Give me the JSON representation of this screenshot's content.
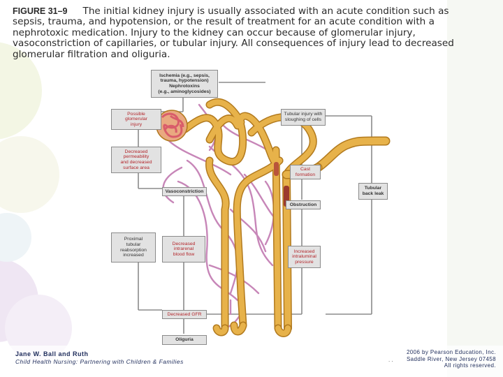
{
  "caption": {
    "figure_label": "FIGURE 31–9",
    "text": "The initial kidney injury is usually associated with an acute condition such as sepsis, trauma, and hypotension, or the result of treatment for an acute condition with a nephrotoxic medication. Injury to the kidney can occur because of glomerular injury, vasoconstriction of capillaries, or tubular injury. All consequences of injury lead to decreased glomerular filtration and oliguria."
  },
  "labels": {
    "ischemia": "Ischemia (e.g., sepsis,\ntrauma, hypotension)\nNephrotoxins\n(e.g., aminoglycosides)",
    "glomerular_injury": "Possible\nglomerular\ninjury",
    "tubular_injury": "Tubular injury with\nsloughing of cells",
    "decreased_permeability": "Decreased\npermeability\nand decreased\nsurface area",
    "cast_formation": "Cast\nformation",
    "vasoconstriction": "Vasoconstriction",
    "tubular_back_leak": "Tubular\nback leak",
    "obstruction": "Obstruction",
    "proximal_reabsorption": "Proximal\ntubular\nreabsorption\nincreased",
    "decreased_blood_flow": "Decreased\nintrarenal\nblood flow",
    "increased_pressure": "Increased\nintraluminal\npressure",
    "decreased_gfr": "Decreased GFR",
    "oliguria": "Oliguria"
  },
  "footer": {
    "authors": "Jane W. Ball and Ruth",
    "book": "Child Health Nursing: Partnering with Children & Families",
    "copyright_1": "2006 by Pearson Education, Inc.",
    "copyright_2": "Saddle River, New Jersey 07458",
    "copyright_3": "All rights reserved.",
    "dots": ". ."
  },
  "colors": {
    "tubule": "#e7b24a",
    "tubule_edge": "#b27a1e",
    "vessel": "#c786b8",
    "glomerulus": "#d95c6a",
    "label_bg": "#e2e2e2",
    "footer_text": "#1d2b5a"
  }
}
